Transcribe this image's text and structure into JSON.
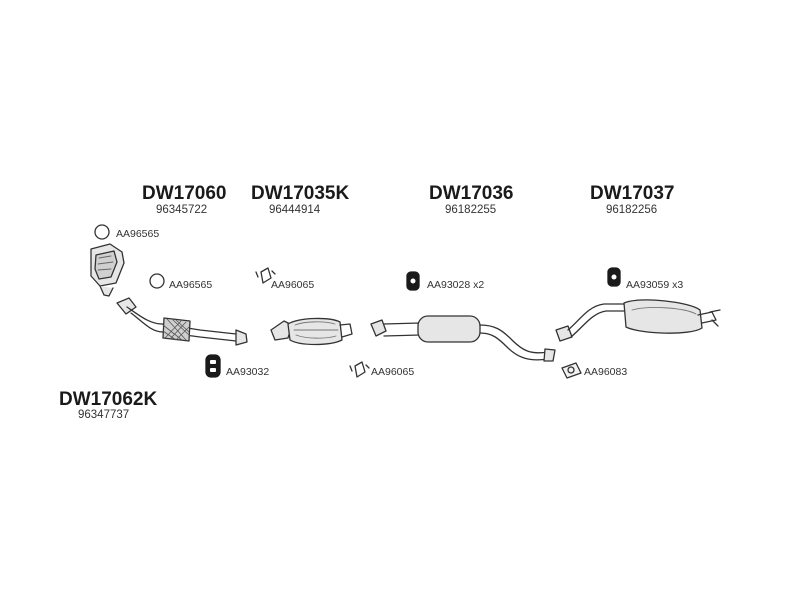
{
  "assemblies": [
    {
      "code": "DW17060",
      "oem": "96345722"
    },
    {
      "code": "DW17035K",
      "oem": "96444914"
    },
    {
      "code": "DW17036",
      "oem": "96182255"
    },
    {
      "code": "DW17037",
      "oem": "96182256"
    },
    {
      "code": "DW17062K",
      "oem": "96347737"
    }
  ],
  "hardware": [
    {
      "label": "AA96565"
    },
    {
      "label": "AA96565"
    },
    {
      "label": "AA96065"
    },
    {
      "label": "AA93028 x2"
    },
    {
      "label": "AA93059 x3"
    },
    {
      "label": "AA93032"
    },
    {
      "label": "AA96065"
    },
    {
      "label": "AA96083"
    }
  ],
  "colors": {
    "line": "#333333",
    "fill": "#e6e6e6",
    "dark": "#1a1a1a",
    "mesh": "#555555"
  }
}
